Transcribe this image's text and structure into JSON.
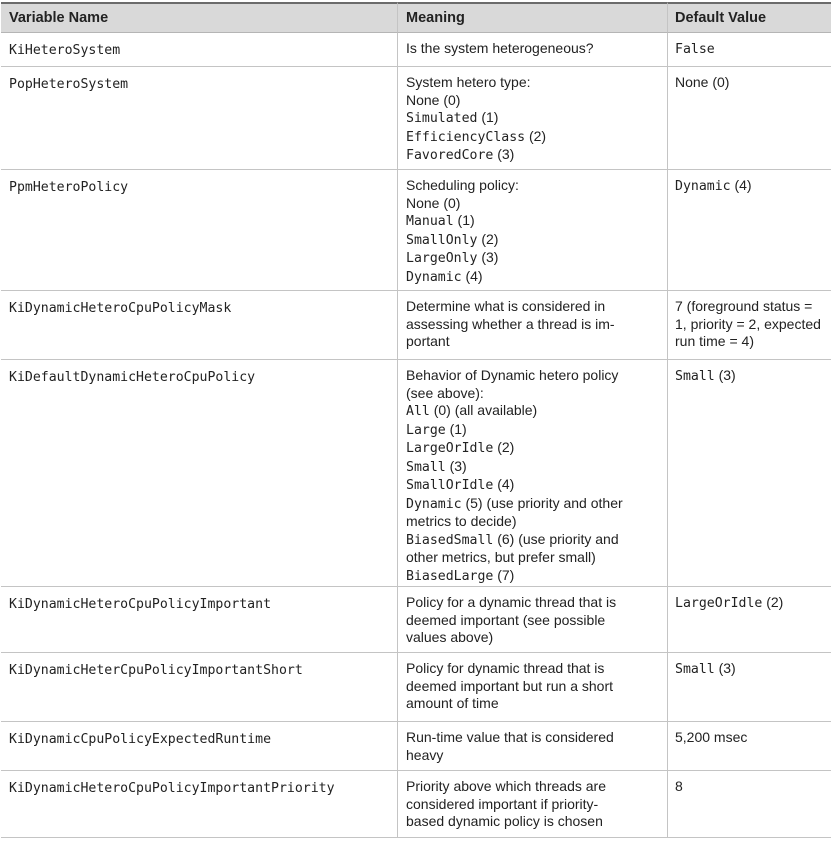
{
  "headers": {
    "variable": "Variable Name",
    "meaning": "Meaning",
    "default": "Default Value"
  },
  "rows": [
    {
      "variable": "KiHeteroSystem",
      "meaning": [
        [
          {
            "t": "Is the system heterogeneous?"
          }
        ]
      ],
      "default": [
        [
          {
            "t": "False",
            "m": true
          }
        ]
      ]
    },
    {
      "variable": "PopHeteroSystem",
      "meaning": [
        [
          {
            "t": "System hetero type:"
          }
        ],
        [
          {
            "t": "None (0)"
          }
        ],
        [
          {
            "t": "Simulated",
            "m": true
          },
          {
            "t": " (1)"
          }
        ],
        [
          {
            "t": "EfficiencyClass",
            "m": true
          },
          {
            "t": " (2)"
          }
        ],
        [
          {
            "t": "FavoredCore",
            "m": true
          },
          {
            "t": " (3)"
          }
        ]
      ],
      "default": [
        [
          {
            "t": "None (0)"
          }
        ]
      ]
    },
    {
      "variable": "PpmHeteroPolicy",
      "meaning": [
        [
          {
            "t": "Scheduling policy:"
          }
        ],
        [
          {
            "t": "None (0)"
          }
        ],
        [
          {
            "t": "Manual",
            "m": true
          },
          {
            "t": " (1)"
          }
        ],
        [
          {
            "t": "SmallOnly",
            "m": true
          },
          {
            "t": " (2)"
          }
        ],
        [
          {
            "t": "LargeOnly",
            "m": true
          },
          {
            "t": " (3)"
          }
        ],
        [
          {
            "t": "Dynamic",
            "m": true
          },
          {
            "t": " (4)"
          }
        ]
      ],
      "default": [
        [
          {
            "t": "Dynamic",
            "m": true
          },
          {
            "t": " (4)"
          }
        ]
      ]
    },
    {
      "variable": "KiDynamicHeteroCpuPolicyMask",
      "meaning": [
        [
          {
            "t": "Determine what is considered in"
          }
        ],
        [
          {
            "t": "assessing whether a thread is im-"
          }
        ],
        [
          {
            "t": "portant"
          }
        ]
      ],
      "default": [
        [
          {
            "t": "7 (foreground status ="
          }
        ],
        [
          {
            "t": "1, priority = 2, expected"
          }
        ],
        [
          {
            "t": "run time = 4)"
          }
        ]
      ]
    },
    {
      "variable": "KiDefaultDynamicHeteroCpuPolicy",
      "meaning": [
        [
          {
            "t": "Behavior of Dynamic hetero policy"
          }
        ],
        [
          {
            "t": "(see above):"
          }
        ],
        [
          {
            "t": "All",
            "m": true
          },
          {
            "t": " (0) (all available)"
          }
        ],
        [
          {
            "t": "Large",
            "m": true
          },
          {
            "t": " (1)"
          }
        ],
        [
          {
            "t": "LargeOrIdle",
            "m": true
          },
          {
            "t": " (2)"
          }
        ],
        [
          {
            "t": "Small",
            "m": true
          },
          {
            "t": " (3)"
          }
        ],
        [
          {
            "t": "SmallOrIdle",
            "m": true
          },
          {
            "t": " (4)"
          }
        ],
        [
          {
            "t": "Dynamic",
            "m": true
          },
          {
            "t": " (5) (use priority and other"
          }
        ],
        [
          {
            "t": "metrics to decide)"
          }
        ],
        [
          {
            "t": "BiasedSmall",
            "m": true
          },
          {
            "t": " (6) (use priority and"
          }
        ],
        [
          {
            "t": "other metrics, but prefer small)"
          }
        ],
        [
          {
            "t": "BiasedLarge",
            "m": true
          },
          {
            "t": " (7)"
          }
        ]
      ],
      "default": [
        [
          {
            "t": "Small",
            "m": true
          },
          {
            "t": " (3)"
          }
        ]
      ]
    },
    {
      "variable": "KiDynamicHeteroCpuPolicyImportant",
      "meaning": [
        [
          {
            "t": "Policy for a dynamic thread that is"
          }
        ],
        [
          {
            "t": "deemed important (see possible"
          }
        ],
        [
          {
            "t": "values above)"
          }
        ]
      ],
      "default": [
        [
          {
            "t": "LargeOrIdle",
            "m": true
          },
          {
            "t": " (2)"
          }
        ]
      ]
    },
    {
      "variable": "KiDynamicHeterCpuPolicyImportantShort",
      "meaning": [
        [
          {
            "t": "Policy for dynamic thread that is"
          }
        ],
        [
          {
            "t": "deemed important but run a short"
          }
        ],
        [
          {
            "t": "amount of time"
          }
        ]
      ],
      "default": [
        [
          {
            "t": "Small",
            "m": true
          },
          {
            "t": " (3)"
          }
        ]
      ]
    },
    {
      "variable": "KiDynamicCpuPolicyExpectedRuntime",
      "meaning": [
        [
          {
            "t": "Run-time value that is considered"
          }
        ],
        [
          {
            "t": "heavy"
          }
        ]
      ],
      "default": [
        [
          {
            "t": "5,200 msec"
          }
        ]
      ]
    },
    {
      "variable": "KiDynamicHeteroCpuPolicyImportantPriority",
      "meaning": [
        [
          {
            "t": "Priority above which threads are"
          }
        ],
        [
          {
            "t": "considered important if priority-"
          }
        ],
        [
          {
            "t": "based dynamic policy is chosen"
          }
        ]
      ],
      "default": [
        [
          {
            "t": "8"
          }
        ]
      ]
    }
  ]
}
